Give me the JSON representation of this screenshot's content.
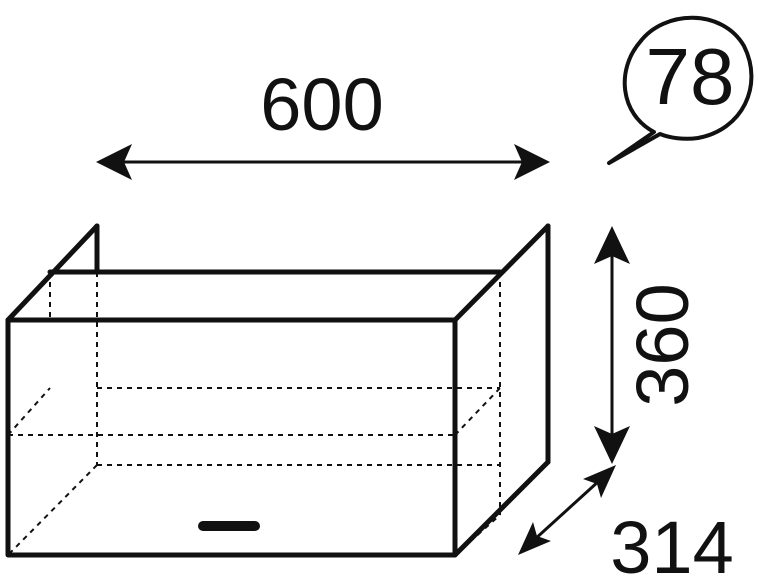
{
  "diagram": {
    "width_label": "600",
    "height_label": "360",
    "depth_label": "314",
    "item_number": "78"
  },
  "colors": {
    "line": "#111111",
    "background": "#ffffff"
  }
}
